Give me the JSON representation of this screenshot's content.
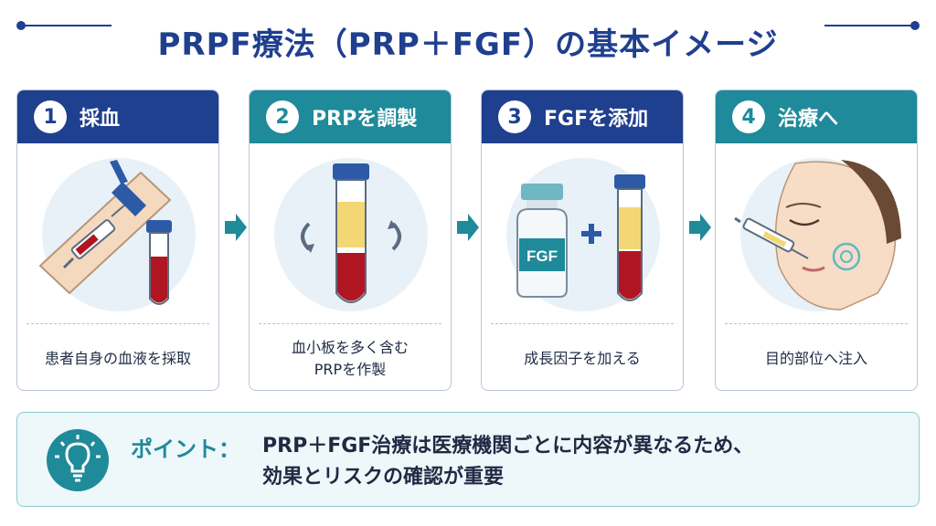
{
  "title": "PRPF療法（PRP＋FGF）の基本イメージ",
  "steps": [
    {
      "num": "1",
      "title": "採血",
      "desc": "患者自身の血液を採取"
    },
    {
      "num": "2",
      "title": "PRPを調製",
      "desc": "血小板を多く含む\nPRPを作製"
    },
    {
      "num": "3",
      "title": "FGFを添加",
      "desc": "成長因子を加える"
    },
    {
      "num": "4",
      "title": "治療へ",
      "desc": "目的部位へ注入"
    }
  ],
  "vial_label": "FGF",
  "point": {
    "label": "ポイント：",
    "line1": "PRP＋FGF治療は医療機関ごとに内容が異なるため、",
    "line2": "効果とリスクの確認が重要"
  },
  "colors": {
    "navy": "#1f3f8f",
    "teal": "#1e8a9a",
    "blood": "#b01621",
    "plasma": "#f2d774",
    "panel": "#eef7f9"
  },
  "icons": [
    "lightbulb-icon",
    "arrow-right-icon",
    "syringe-icon",
    "test-tube-icon",
    "rotate-icon",
    "vial-icon",
    "plus-icon",
    "face-icon"
  ]
}
